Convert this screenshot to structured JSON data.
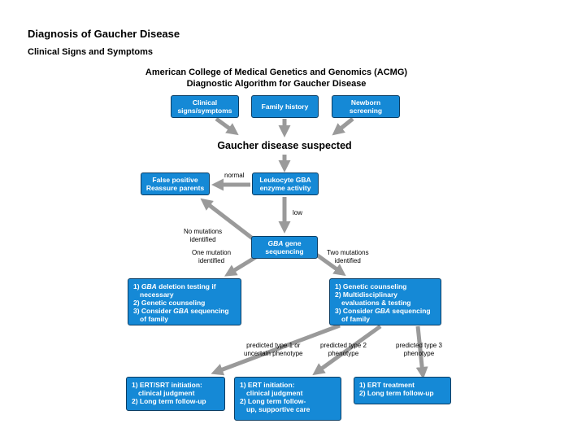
{
  "header": {
    "title": "Diagnosis of Gaucher Disease",
    "subtitle": "Clinical Signs and Symptoms"
  },
  "diagram": {
    "title_line1": "American College of Medical Genetics and Genomics (ACMG)",
    "title_line2": "Diagnostic Algorithm for Gaucher Disease",
    "colors": {
      "box_fill": "#1589d6",
      "box_border": "#0b3d63",
      "arrow": "#9a9a9a"
    },
    "nodes": {
      "clinical": {
        "line1": "Clinical",
        "line2": "signs/symptoms"
      },
      "family": {
        "line1": "Family history"
      },
      "newborn": {
        "line1": "Newborn",
        "line2": "screening"
      },
      "suspected": "Gaucher disease suspected",
      "false_positive": {
        "line1": "False positive",
        "line2": "Reassure parents"
      },
      "leukocyte": {
        "line1": "Leukocyte GBA",
        "line2": "enzyme activity"
      },
      "gba": {
        "gene": "GBA",
        "line1_rest": " gene",
        "line2": "sequencing"
      },
      "one_mutation": {
        "l1_pre": "1) ",
        "l1_gene": "GBA",
        "l1_post": " deletion testing if",
        "l1_cont": "necessary",
        "l2": "2) Genetic counseling",
        "l3_pre": "3) Consider ",
        "l3_gene": "GBA",
        "l3_post": " sequencing",
        "l3_cont": "of family"
      },
      "two_mutation": {
        "l1": "1) Genetic counseling",
        "l2": "2) Multidisciplinary",
        "l2_cont": "evaluations & testing",
        "l3_pre": "3) Consider ",
        "l3_gene": "GBA",
        "l3_post": " sequencing",
        "l3_cont": "of family"
      },
      "ert_srt": {
        "l1": "1) ERT/SRT initiation:",
        "l1_cont": "clinical judgment",
        "l2": "2) Long term follow-up"
      },
      "ert_init": {
        "l1": "1) ERT initiation:",
        "l1_cont": "clinical judgment",
        "l2": "2) Long term follow-",
        "l2_cont": "up, supportive care"
      },
      "ert_treat": {
        "l1": "1) ERT treatment",
        "l2": "2) Long term follow-up"
      }
    },
    "labels": {
      "normal": "normal",
      "low": "low",
      "no_mutations_1": "No mutations",
      "no_mutations_2": "identified",
      "one_mutation_1": "One mutation",
      "one_mutation_2": "identified",
      "two_mutations_1": "Two mutations",
      "two_mutations_2": "identified",
      "type1_1": "predicted type 1 or",
      "type1_2": "uncertain phenotype",
      "type2_1": "predicted type 2",
      "type2_2": "phenotype",
      "type3_1": "predicted type 3",
      "type3_2": "phenotype"
    }
  }
}
